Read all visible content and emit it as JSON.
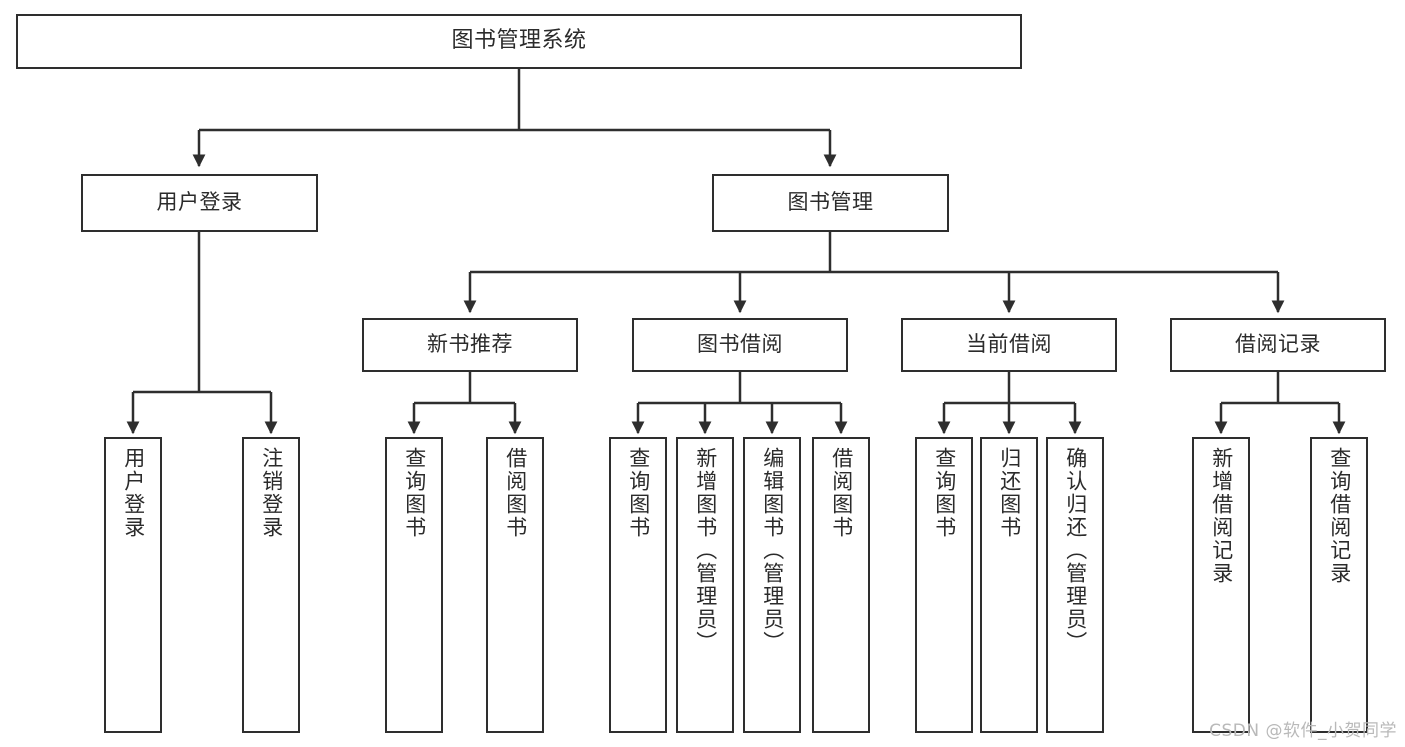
{
  "diagram": {
    "title": "图书管理系统",
    "watermark": "CSDN @软件_小贺同学",
    "stroke_color": "#2e2e2e",
    "text_color": "#2b2b2b",
    "background_color": "#ffffff",
    "nodes": {
      "root": "图书管理系统",
      "level1": {
        "user_login": "用户登录",
        "book_manage": "图书管理"
      },
      "level2": {
        "new_book_rec": "新书推荐",
        "book_borrow": "图书借阅",
        "current_borrow": "当前借阅",
        "borrow_record": "借阅记录"
      },
      "leaves": {
        "user_login_1": "用户登录",
        "user_login_2": "注销登录",
        "new_book_rec_1": "查询图书",
        "new_book_rec_2": "借阅图书",
        "book_borrow_1": "查询图书",
        "book_borrow_2": "新增图书（管理员）",
        "book_borrow_3": "编辑图书（管理员）",
        "book_borrow_4": "借阅图书",
        "current_borrow_1": "查询图书",
        "current_borrow_2": "归还图书",
        "current_borrow_3": "确认归还（管理员）",
        "borrow_record_1": "新增借阅记录",
        "borrow_record_2": "查询借阅记录"
      }
    }
  }
}
